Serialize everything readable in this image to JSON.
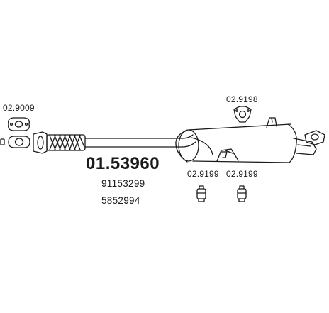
{
  "diagram": {
    "main_part_number": "01.53960",
    "oe_numbers": [
      "91153299",
      "5852994"
    ],
    "component_labels": {
      "gasket": "02.9009",
      "flange_clamp": "02.9198",
      "rubber_mount_left": "02.9199",
      "rubber_mount_right": "02.9199"
    },
    "colors": {
      "line": "#1a1a1a",
      "background": "#ffffff"
    }
  }
}
